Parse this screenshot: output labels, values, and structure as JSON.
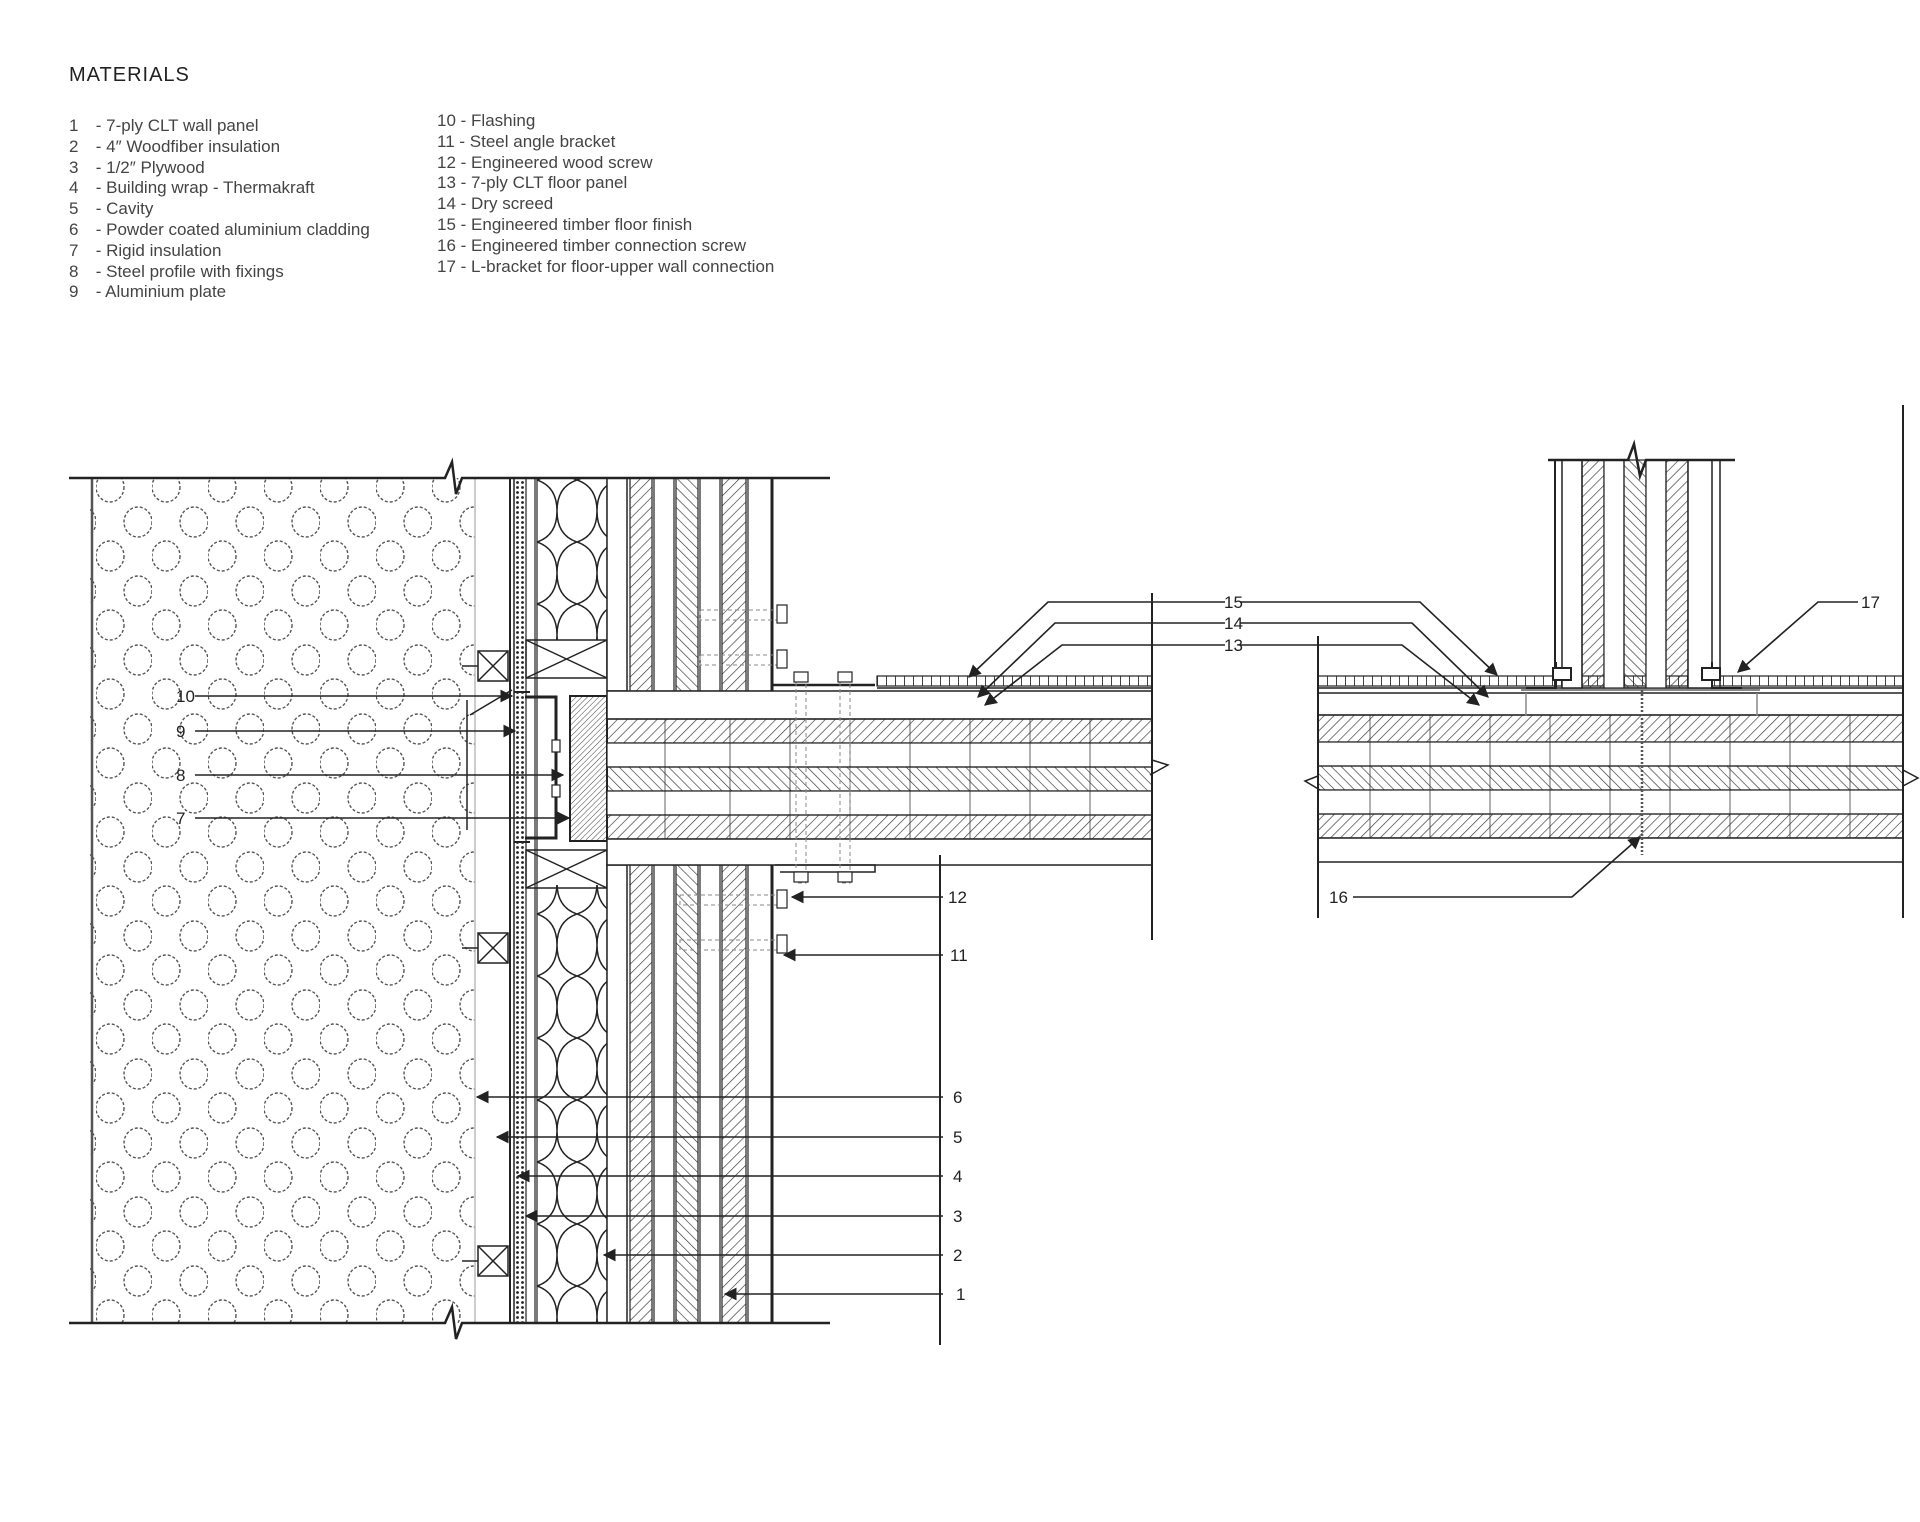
{
  "legend": {
    "title": "MATERIALS",
    "items": [
      {
        "num": "1",
        "label": "- 7-ply CLT wall panel"
      },
      {
        "num": "2",
        "label": "- 4″ Woodfiber insulation"
      },
      {
        "num": "3",
        "label": "- 1/2″ Plywood"
      },
      {
        "num": "4",
        "label": "- Building wrap - Thermakraft"
      },
      {
        "num": "5",
        "label": "- Cavity"
      },
      {
        "num": "6",
        "label": "- Powder coated aluminium cladding"
      },
      {
        "num": "7",
        "label": "- Rigid insulation"
      },
      {
        "num": "8",
        "label": "- Steel profile with fixings"
      },
      {
        "num": "9",
        "label": "- Aluminium plate"
      },
      {
        "num": "10",
        "label": "- Flashing"
      },
      {
        "num": "11",
        "label": "- Steel angle bracket"
      },
      {
        "num": "12",
        "label": "- Engineered wood screw"
      },
      {
        "num": "13",
        "label": "- 7-ply CLT floor panel"
      },
      {
        "num": "14",
        "label": "- Dry screed"
      },
      {
        "num": "15",
        "label": "- Engineered timber floor finish"
      },
      {
        "num": "16",
        "label": "- Engineered timber connection screw"
      },
      {
        "num": "17",
        "label": "- L-bracket for floor-upper wall connection"
      }
    ]
  },
  "callouts": {
    "c1": "1",
    "c2": "2",
    "c3": "3",
    "c4": "4",
    "c5": "5",
    "c6": "6",
    "c7": "7",
    "c8": "8",
    "c9": "9",
    "c10": "10",
    "c11": "11",
    "c12": "12",
    "c13": "13",
    "c14": "14",
    "c15": "15",
    "c16": "16",
    "c17": "17"
  },
  "colors": {
    "line": "#222222",
    "hatch": "#333333",
    "light": "#999999"
  }
}
